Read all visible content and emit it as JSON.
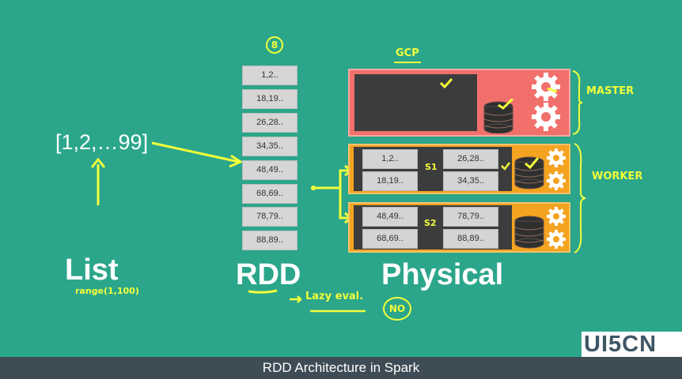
{
  "list": {
    "literal": "[1,2,…99]",
    "label": "List",
    "note": "range(1,100)"
  },
  "rdd": {
    "label": "RDD",
    "note_badge": "8",
    "partitions": [
      "1,2..",
      "18,19..",
      "26,28..",
      "34,35..",
      "48,49..",
      "68,69..",
      "78,79..",
      "88,89.."
    ]
  },
  "physical": {
    "label": "Physical",
    "gcp_note": "GCP",
    "master_note": "MASTER",
    "worker_note": "WORKER",
    "s1": {
      "label": "S1",
      "cells": [
        "1,2..",
        "26,28..",
        "18,19..",
        "34,35.."
      ]
    },
    "s2": {
      "label": "S2",
      "cells": [
        "48,49..",
        "78,79..",
        "68,69..",
        "88,89.."
      ]
    }
  },
  "lazy_note": "Lazy eval.",
  "no_note": "NO",
  "caption": "RDD Architecture in Spark",
  "logo": "UI5CN",
  "colors": {
    "board": "#2ba68b",
    "master": "#f2706c",
    "worker": "#f4a321",
    "dark": "#3c3c3c",
    "hand": "#f2ff3a"
  },
  "icons": [
    "gear-icon",
    "database-icon",
    "checkmark-icon",
    "arrow-icon"
  ]
}
